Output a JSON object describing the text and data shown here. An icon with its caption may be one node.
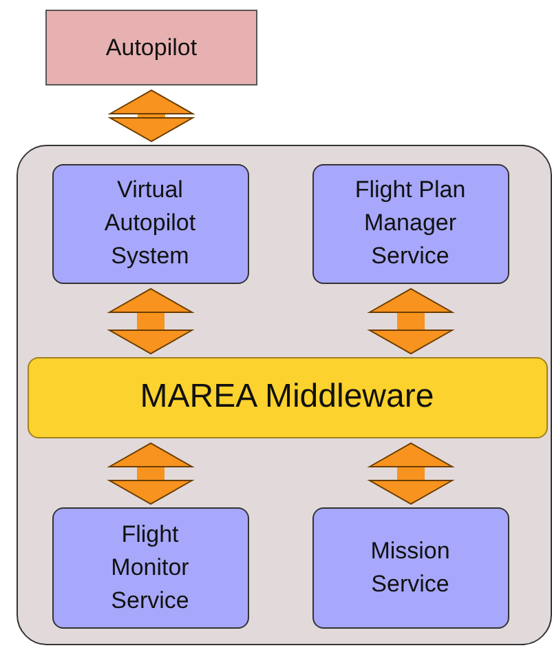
{
  "diagram": {
    "nodes": [
      {
        "text": [
          "Autopilot"
        ]
      },
      {
        "text": [],
        "shape": "box"
      },
      {
        "text": [
          "Virtual Autopilot System"
        ],
        "in": 1
      },
      {
        "text": [
          "Flight Plan Manager Service"
        ],
        "in": 1
      },
      {
        "text": [
          "MAREA Middleware"
        ],
        "in": 1
      },
      {
        "text": [
          "Flight Monitor Service"
        ],
        "in": 1
      },
      {
        "text": [
          "Mission Service"
        ],
        "in": 1
      }
    ],
    "edges": [
      {
        "from": 0,
        "to": 1,
        "arrow": "both"
      },
      {
        "from": 2,
        "to": 4,
        "arrow": "both"
      },
      {
        "from": 3,
        "to": 4,
        "arrow": "both"
      },
      {
        "from": 4,
        "to": 5,
        "arrow": "both"
      },
      {
        "from": 4,
        "to": 6,
        "arrow": "both"
      }
    ]
  }
}
